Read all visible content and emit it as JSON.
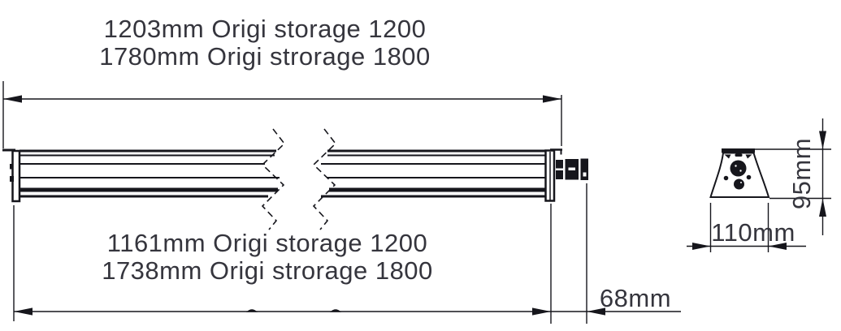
{
  "document": {
    "type": "technical-drawing",
    "background_color": "#ffffff",
    "line_color": "#16161c",
    "text_color": "#35353d"
  },
  "top_dimension": {
    "label_line1": "1203mm Origi storage 1200",
    "label_line2": "1780mm Origi strorage 1800"
  },
  "bottom_dimension": {
    "label_line1": "1161mm Origi storage 1200",
    "label_line2": "1738mm Origi strorage 1800"
  },
  "connector_dimension": {
    "label": "68mm"
  },
  "cross_section": {
    "width_label": "110mm",
    "height_label": "95mm"
  }
}
